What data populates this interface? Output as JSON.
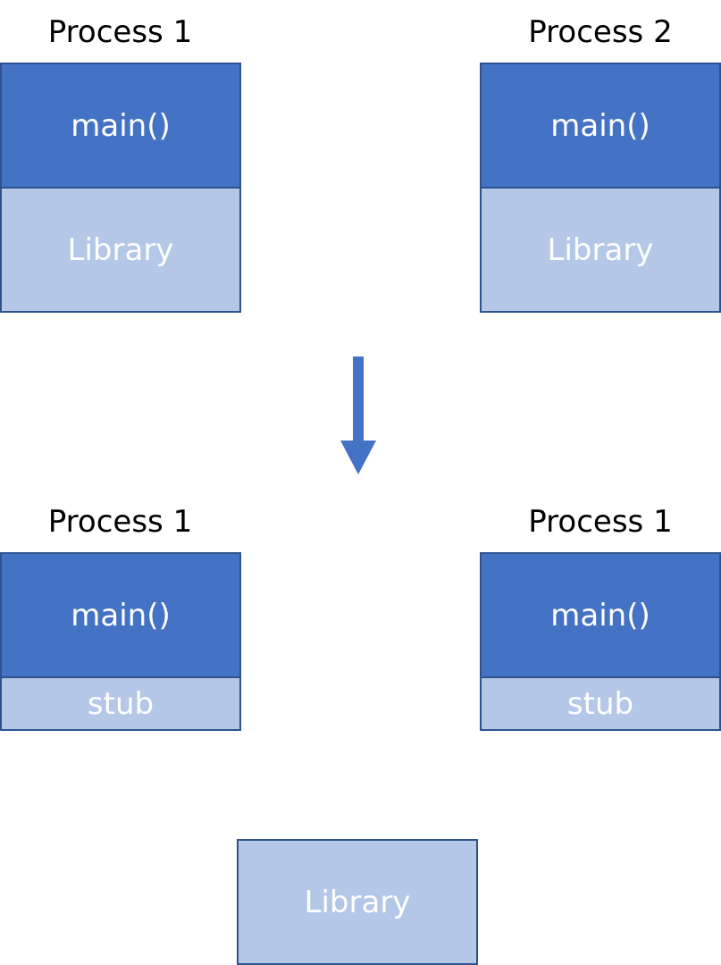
{
  "colors": {
    "main_fill": "#4472c4",
    "library_fill": "#b4c7e7",
    "border": "#2f528f",
    "arrow": "#4472c4",
    "box_text": "#ffffff",
    "label_text": "#000000"
  },
  "before": {
    "left": {
      "title": "Process 1",
      "main": "main()",
      "library": "Library"
    },
    "right": {
      "title": "Process 2",
      "main": "main()",
      "library": "Library"
    }
  },
  "transition": {
    "icon": "arrow-down-icon"
  },
  "after": {
    "left": {
      "title": "Process 1",
      "main": "main()",
      "stub": "stub"
    },
    "right": {
      "title": "Process 1",
      "main": "main()",
      "stub": "stub"
    },
    "shared": {
      "library": "Library"
    }
  }
}
